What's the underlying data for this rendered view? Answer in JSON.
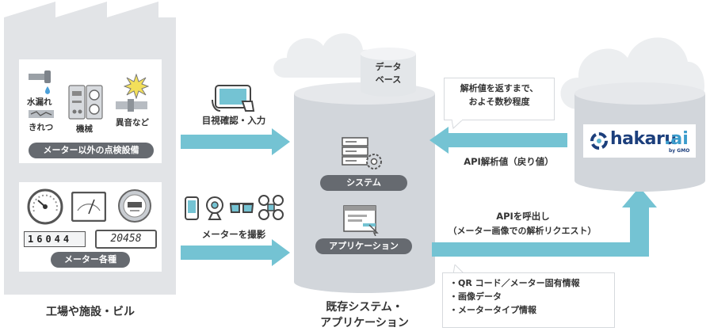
{
  "factory": {
    "panel_top": {
      "water_leak": "水漏れ",
      "crack": "きれつ",
      "machine": "機械",
      "abnormal_sound": "異音など",
      "pill": "メーター以外の点検設備"
    },
    "panel_bottom": {
      "odometer": "16044",
      "digital_display": "20458",
      "pill": "メーター各種"
    },
    "caption": "工場や施設・ビル"
  },
  "arrows": {
    "visual_check": "目視確認・入力",
    "photograph": "メーターを撮影",
    "return_bubble": [
      "解析値を返すまで、",
      "およそ数秒程度"
    ],
    "api_value": "API解析値（戻り値）",
    "api_call_line1": "APIを呼出し",
    "api_call_line2": "（メーター画像での解析リクエスト）",
    "payload": [
      "・QR コード／メーター固有情報",
      "・画像データ",
      "・メータータイプ情報"
    ]
  },
  "system": {
    "database": [
      "データ",
      "ベース"
    ],
    "system_pill": "システム",
    "app_pill": "アプリケーション",
    "caption_line1": "既存システム・",
    "caption_line2": "アプリケーション"
  },
  "cloud": {
    "logo_text": "hakaru",
    "logo_suffix": ".ai",
    "logo_sub": "by GMO"
  },
  "colors": {
    "arrow": "#74c3d3",
    "cylinder": "#d2d6db",
    "factory": "#e2e4e7",
    "pill": "#666a70",
    "logo_blue": "#1c3f7c"
  }
}
